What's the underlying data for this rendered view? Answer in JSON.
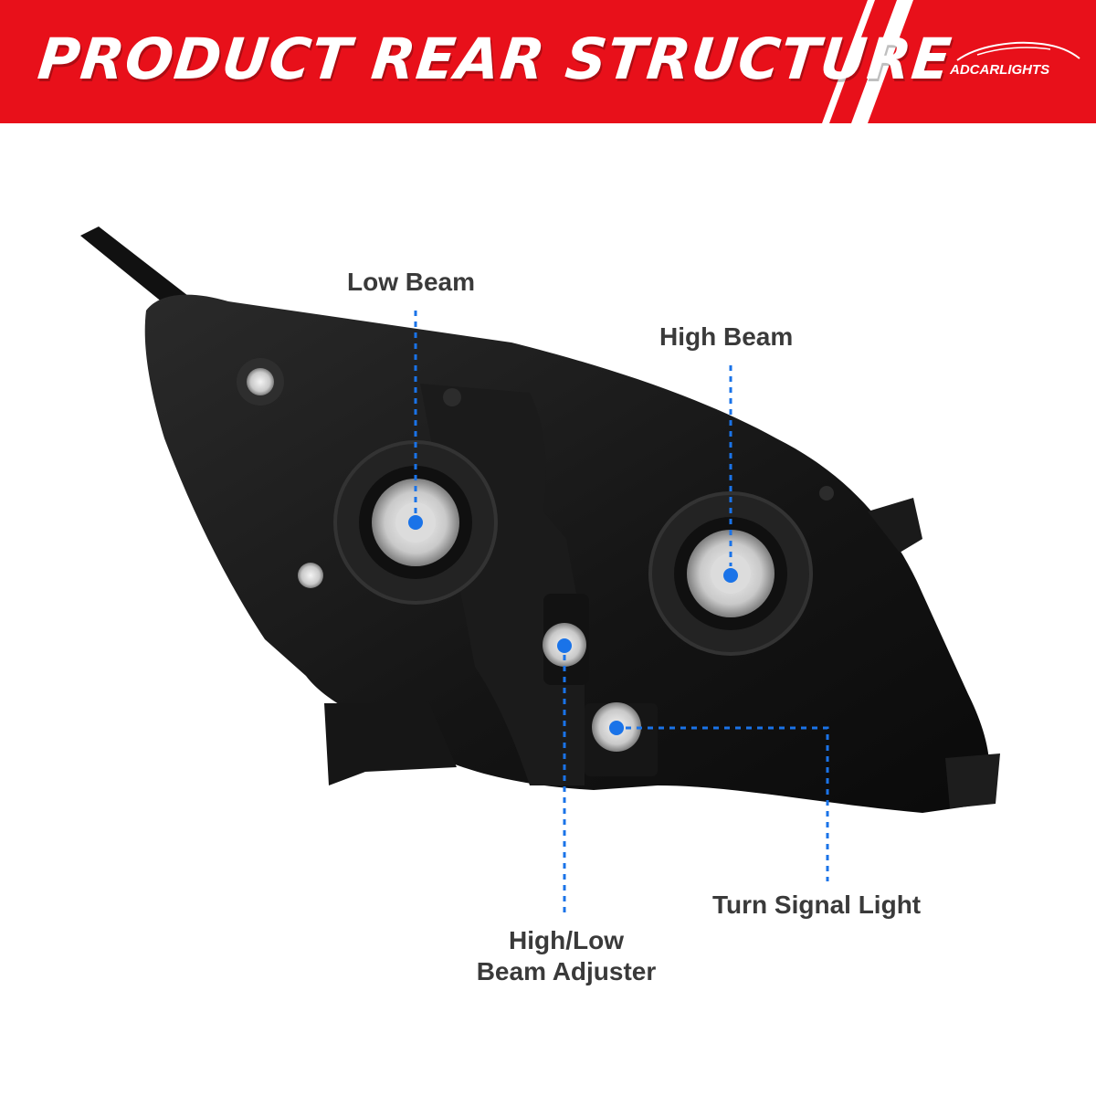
{
  "banner": {
    "title": "PRODUCT REAR STRUCTURE",
    "brand": "ADCARLIGHTS",
    "colors": {
      "red": "#e8101a",
      "white": "#ffffff"
    }
  },
  "callouts": {
    "low_beam": "Low Beam",
    "high_beam": "High Beam",
    "adjuster_line1": "High/Low",
    "adjuster_line2": "Beam Adjuster",
    "turn_signal": "Turn Signal Light",
    "marker_color": "#1a73e8"
  }
}
